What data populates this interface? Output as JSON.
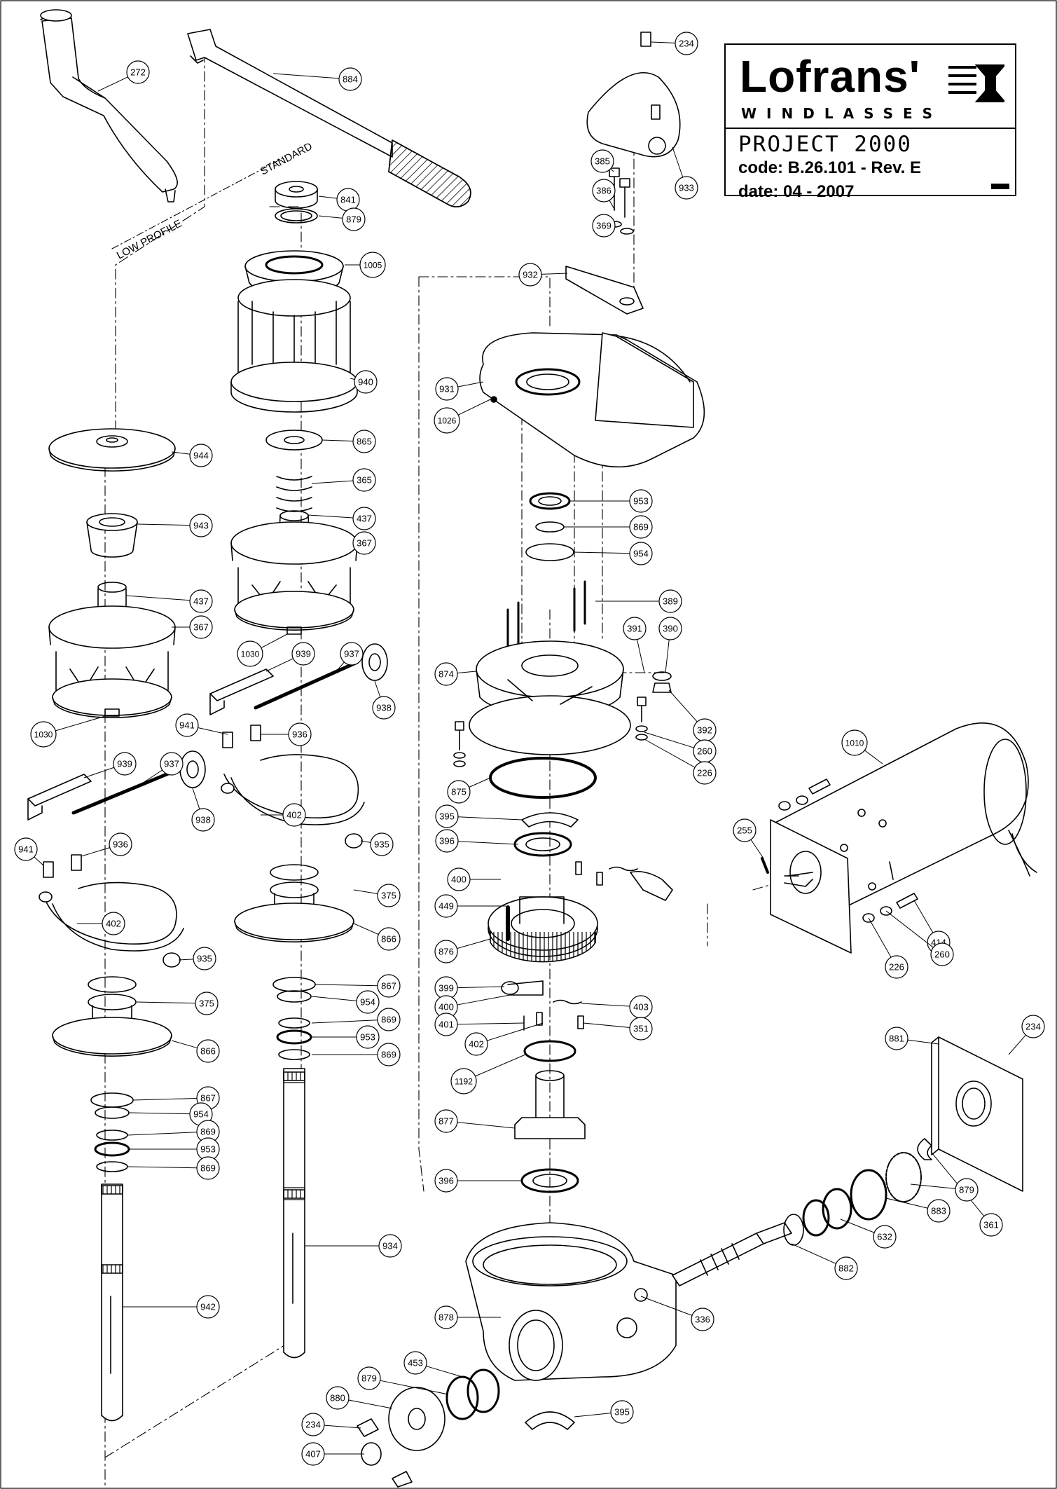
{
  "title_block": {
    "brand": "Lofrans'",
    "subbrand": "WINDLASSES",
    "project": "PROJECT 2000",
    "code": "code: B.26.101 - Rev. E",
    "date": "date: 04 - 2007"
  },
  "annotations": {
    "standard": "STANDARD",
    "low_profile": "LOW PROFILE"
  },
  "part_labels": [
    {
      "id": "p272",
      "num": "272"
    },
    {
      "id": "p884",
      "num": "884"
    },
    {
      "id": "p234a",
      "num": "234"
    },
    {
      "id": "p933",
      "num": "933"
    },
    {
      "id": "p841",
      "num": "841"
    },
    {
      "id": "p879a",
      "num": "879"
    },
    {
      "id": "p1005",
      "num": "1005"
    },
    {
      "id": "p940",
      "num": "940"
    },
    {
      "id": "p385",
      "num": "385"
    },
    {
      "id": "p386",
      "num": "386"
    },
    {
      "id": "p369",
      "num": "369"
    },
    {
      "id": "p932",
      "num": "932"
    },
    {
      "id": "p931",
      "num": "931"
    },
    {
      "id": "p1026",
      "num": "1026"
    },
    {
      "id": "p944",
      "num": "944"
    },
    {
      "id": "p865",
      "num": "865"
    },
    {
      "id": "p365",
      "num": "365"
    },
    {
      "id": "p437a",
      "num": "437"
    },
    {
      "id": "p367a",
      "num": "367"
    },
    {
      "id": "p943",
      "num": "943"
    },
    {
      "id": "p953a",
      "num": "953"
    },
    {
      "id": "p869a",
      "num": "869"
    },
    {
      "id": "p954a",
      "num": "954"
    },
    {
      "id": "p437b",
      "num": "437"
    },
    {
      "id": "p367b",
      "num": "367"
    },
    {
      "id": "p389",
      "num": "389"
    },
    {
      "id": "p391",
      "num": "391"
    },
    {
      "id": "p390",
      "num": "390"
    },
    {
      "id": "p1030a",
      "num": "1030"
    },
    {
      "id": "p939a",
      "num": "939"
    },
    {
      "id": "p937a",
      "num": "937"
    },
    {
      "id": "p874",
      "num": "874"
    },
    {
      "id": "p938a",
      "num": "938"
    },
    {
      "id": "p392",
      "num": "392"
    },
    {
      "id": "p1030b",
      "num": "1030"
    },
    {
      "id": "p941a",
      "num": "941"
    },
    {
      "id": "p936a",
      "num": "936"
    },
    {
      "id": "p260a",
      "num": "260"
    },
    {
      "id": "p226a",
      "num": "226"
    },
    {
      "id": "p1010",
      "num": "1010"
    },
    {
      "id": "p939b",
      "num": "939"
    },
    {
      "id": "p937b",
      "num": "937"
    },
    {
      "id": "p875",
      "num": "875"
    },
    {
      "id": "p402a",
      "num": "402"
    },
    {
      "id": "p938b",
      "num": "938"
    },
    {
      "id": "p395a",
      "num": "395"
    },
    {
      "id": "p396a",
      "num": "396"
    },
    {
      "id": "p941b",
      "num": "941"
    },
    {
      "id": "p936b",
      "num": "936"
    },
    {
      "id": "p935a",
      "num": "935"
    },
    {
      "id": "p255",
      "num": "255"
    },
    {
      "id": "p400a",
      "num": "400"
    },
    {
      "id": "p375a",
      "num": "375"
    },
    {
      "id": "p449",
      "num": "449"
    },
    {
      "id": "p402b",
      "num": "402"
    },
    {
      "id": "p866a",
      "num": "866"
    },
    {
      "id": "p414",
      "num": "414"
    },
    {
      "id": "p876",
      "num": "876"
    },
    {
      "id": "p260b",
      "num": "260"
    },
    {
      "id": "p935b",
      "num": "935"
    },
    {
      "id": "p226b",
      "num": "226"
    },
    {
      "id": "p867a",
      "num": "867"
    },
    {
      "id": "p399",
      "num": "399"
    },
    {
      "id": "p375b",
      "num": "375"
    },
    {
      "id": "p954b",
      "num": "954"
    },
    {
      "id": "p400b",
      "num": "400"
    },
    {
      "id": "p403",
      "num": "403"
    },
    {
      "id": "p869b",
      "num": "869"
    },
    {
      "id": "p401",
      "num": "401"
    },
    {
      "id": "p351",
      "num": "351"
    },
    {
      "id": "p234b",
      "num": "234"
    },
    {
      "id": "p953b",
      "num": "953"
    },
    {
      "id": "p866b",
      "num": "866"
    },
    {
      "id": "p402c",
      "num": "402"
    },
    {
      "id": "p869c",
      "num": "869"
    },
    {
      "id": "p881",
      "num": "881"
    },
    {
      "id": "p1192",
      "num": "1192"
    },
    {
      "id": "p867b",
      "num": "867"
    },
    {
      "id": "p954c",
      "num": "954"
    },
    {
      "id": "p877",
      "num": "877"
    },
    {
      "id": "p869d",
      "num": "869"
    },
    {
      "id": "p953c",
      "num": "953"
    },
    {
      "id": "p361",
      "num": "361"
    },
    {
      "id": "p869e",
      "num": "869"
    },
    {
      "id": "p879b",
      "num": "879"
    },
    {
      "id": "p396b",
      "num": "396"
    },
    {
      "id": "p883",
      "num": "883"
    },
    {
      "id": "p632",
      "num": "632"
    },
    {
      "id": "p934",
      "num": "934"
    },
    {
      "id": "p882",
      "num": "882"
    },
    {
      "id": "p942",
      "num": "942"
    },
    {
      "id": "p878",
      "num": "878"
    },
    {
      "id": "p336",
      "num": "336"
    },
    {
      "id": "p453",
      "num": "453"
    },
    {
      "id": "p879c",
      "num": "879"
    },
    {
      "id": "p880",
      "num": "880"
    },
    {
      "id": "p395b",
      "num": "395"
    },
    {
      "id": "p234c",
      "num": "234"
    },
    {
      "id": "p407",
      "num": "407"
    }
  ]
}
